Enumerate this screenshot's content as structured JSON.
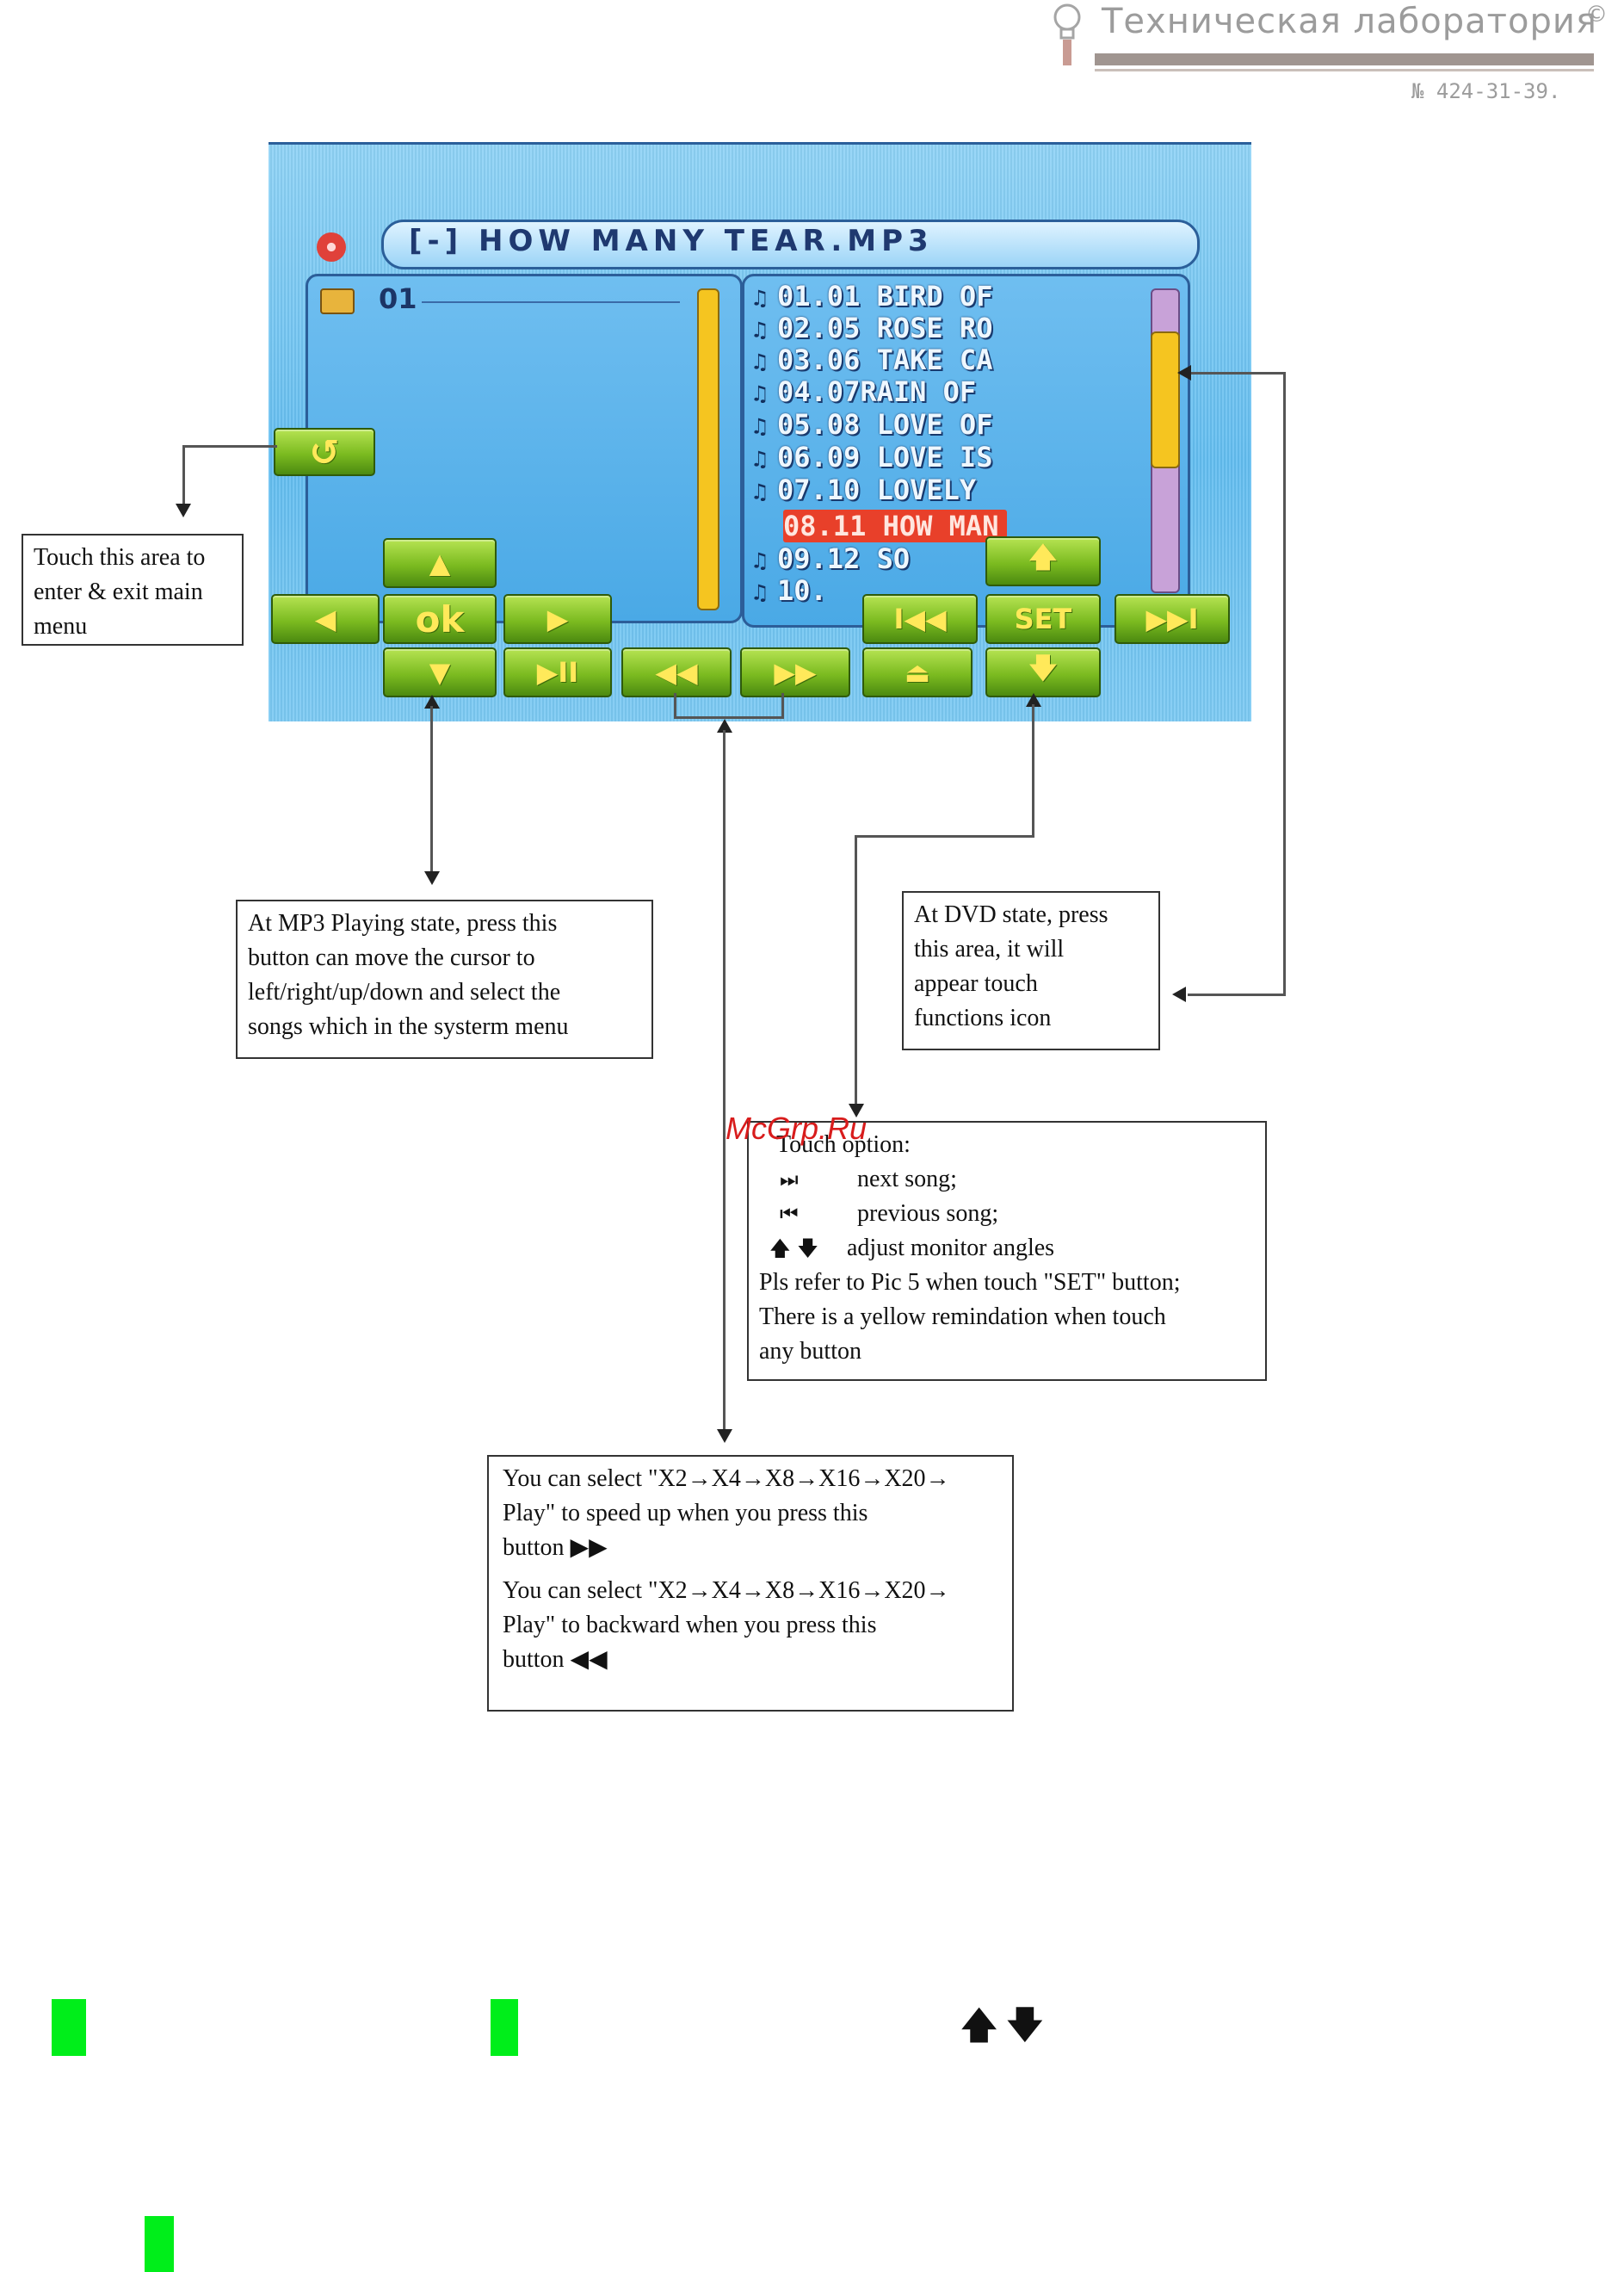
{
  "watermark": {
    "title": "Техническая лаборатория",
    "copyright": "©",
    "phone": "№ 424-31-39."
  },
  "screen": {
    "title": "[-] HOW MANY TEAR.MP3",
    "folder": "01",
    "songs": [
      "01.01 BIRD OF",
      "02.05 ROSE RO",
      "03.06 TAKE CA",
      "04.07RAIN OF",
      "05.08 LOVE OF",
      "06.09 LOVE IS",
      "07.10 LOVELY",
      "08.11 HOW MAN",
      "09.12 SO",
      "10."
    ],
    "selected_index": 7,
    "buttons": {
      "up": "▲",
      "left": "◀",
      "ok": "ok",
      "right": "▶",
      "down": "▼",
      "play_pause": "▶II",
      "rewind": "◀◀",
      "fast_forward": "▶▶",
      "eject": "⏏",
      "prev": "I◀◀",
      "set": "SET",
      "next": "▶▶I",
      "angle_up": "🡅",
      "angle_down": "🡇",
      "return": "↺"
    },
    "accent_colors": {
      "screen_blue": "#62bdf0",
      "button_green": "#7bbb20",
      "selection_red": "#e8402a",
      "scrollbar_yellow": "#f5c520"
    }
  },
  "annotations": {
    "main_menu": "Touch this area to enter & exit main menu",
    "cursor": [
      "At MP3 Playing state, press this",
      "button can move the cursor to",
      "left/right/up/down and select the",
      "songs which in the systerm menu"
    ],
    "dvd_state": [
      "At DVD state, press",
      "this area, it will",
      "appear touch",
      "functions icon"
    ],
    "touch_option": {
      "heading": "Touch option:",
      "next_icon": "⏭",
      "next": "next song;",
      "prev_icon": "⏮",
      "prev": "previous song;",
      "angle_icons": "🡅 🡇",
      "angle": "adjust monitor angles",
      "refer": "Pls refer to Pic 5 when touch \"SET\" button;",
      "remind_1": "There is a yellow remindation when touch",
      "remind_2": "any button"
    },
    "speed": {
      "ff_1": "You can select \"X2→X4→X8→X16→X20→",
      "ff_2": "Play\" to speed up when you press this",
      "ff_3": "button ▶▶",
      "rw_1": "You can select \"X2→X4→X8→X16→X20→",
      "rw_2": "Play\" to backward when you press this",
      "rw_3": "button ◀◀"
    }
  },
  "site_mark": "McGrp.Ru",
  "bottom_arrows": "🡅🡇"
}
